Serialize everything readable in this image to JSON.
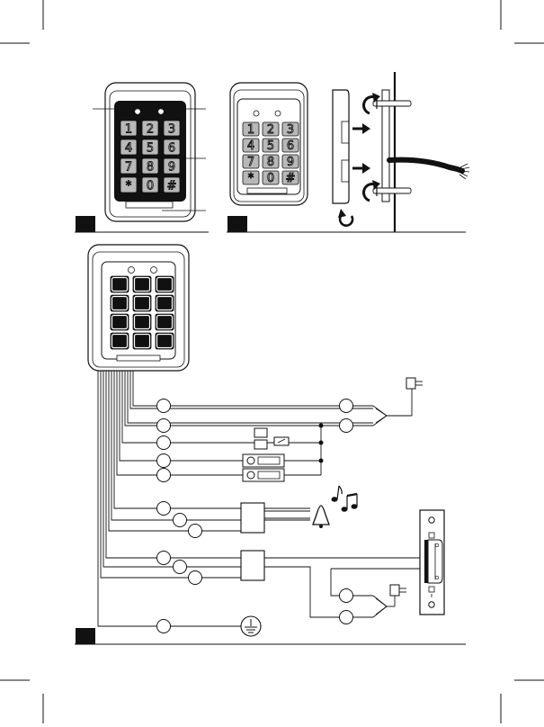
{
  "figures": [
    {
      "id": "fig1",
      "label": ""
    },
    {
      "id": "fig2",
      "label": ""
    },
    {
      "id": "fig3",
      "label": ""
    }
  ],
  "keypad": {
    "keys": [
      "1",
      "2",
      "3",
      "4",
      "5",
      "6",
      "7",
      "8",
      "9",
      "*",
      "0",
      "#"
    ]
  },
  "icons": {
    "rotate": "rotate-arrow-icon",
    "push": "push-arrow-icon",
    "power_adapter": "power-adapter-icon",
    "bell": "bell-icon",
    "music": "music-note-icon",
    "ground": "ground-icon",
    "door_strike": "electric-strike-icon",
    "button": "push-button-icon",
    "contact": "door-contact-icon"
  },
  "colors": {
    "line": "#111111",
    "fill": "#ffffff",
    "key_bg": "#b8b8b8",
    "panel_dark": "#111111"
  }
}
